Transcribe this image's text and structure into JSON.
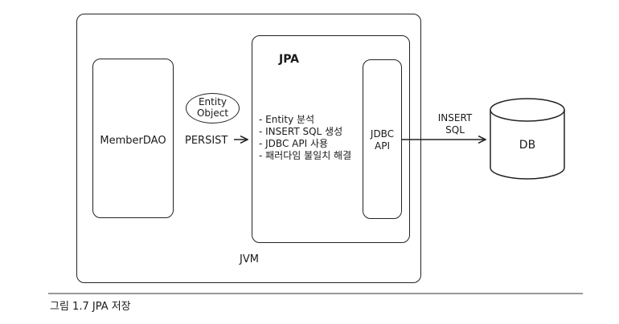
{
  "diagram": {
    "jvm_label": "JVM",
    "jpa_title": "JPA",
    "member_dao": "MemberDAO",
    "entity_object": [
      "Entity",
      "Object"
    ],
    "persist_label": "PERSIST",
    "jpa_tasks": [
      "- Entity 분석",
      "- INSERT SQL 생성",
      "- JDBC API 사용",
      "- 패러다임 불일치 해결"
    ],
    "jdbc_api": [
      "JDBC",
      "API"
    ],
    "insert_sql": [
      "INSERT",
      "SQL"
    ],
    "db_label": "DB"
  },
  "caption": "그림 1.7 JPA 저장"
}
